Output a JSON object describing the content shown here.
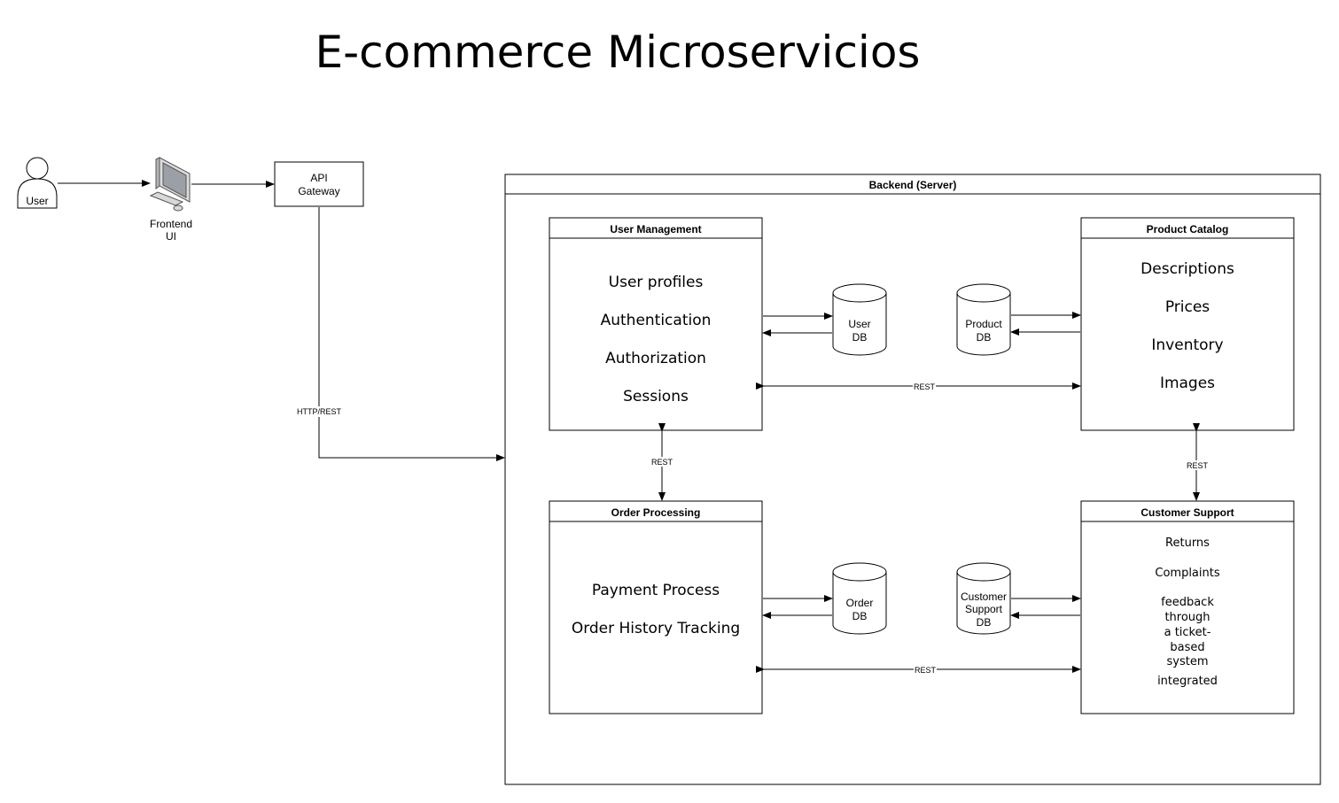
{
  "title": "E-commerce Microservicios",
  "actor": {
    "label": "User"
  },
  "frontend": {
    "label_line1": "Frontend",
    "label_line2": "UI"
  },
  "gateway": {
    "label_line1": "API",
    "label_line2": "Gateway"
  },
  "backend": {
    "title": "Backend (Server)"
  },
  "services": {
    "user_management": {
      "title": "User Management",
      "items": [
        "User profiles",
        "Authentication",
        "Authorization",
        "Sessions"
      ]
    },
    "product_catalog": {
      "title": "Product Catalog",
      "items": [
        "Descriptions",
        "Prices",
        "Inventory",
        "Images"
      ]
    },
    "order_processing": {
      "title": "Order Processing",
      "items": [
        "Payment Process",
        "Order History Tracking"
      ]
    },
    "customer_support": {
      "title": "Customer Support",
      "items": [
        "Returns",
        "Complaints",
        "feedback",
        "through",
        "a ticket-",
        "based",
        "system",
        "integrated"
      ]
    }
  },
  "databases": {
    "user_db": {
      "line1": "User",
      "line2": "DB"
    },
    "product_db": {
      "line1": "Product",
      "line2": "DB"
    },
    "order_db": {
      "line1": "Order",
      "line2": "DB"
    },
    "support_db": {
      "line1": "Customer",
      "line2": "Support",
      "line3": "DB"
    }
  },
  "edges": {
    "gateway_to_backend": "HTTP/REST",
    "user_product": "REST",
    "user_order": "REST",
    "product_support": "REST",
    "order_support": "REST"
  }
}
